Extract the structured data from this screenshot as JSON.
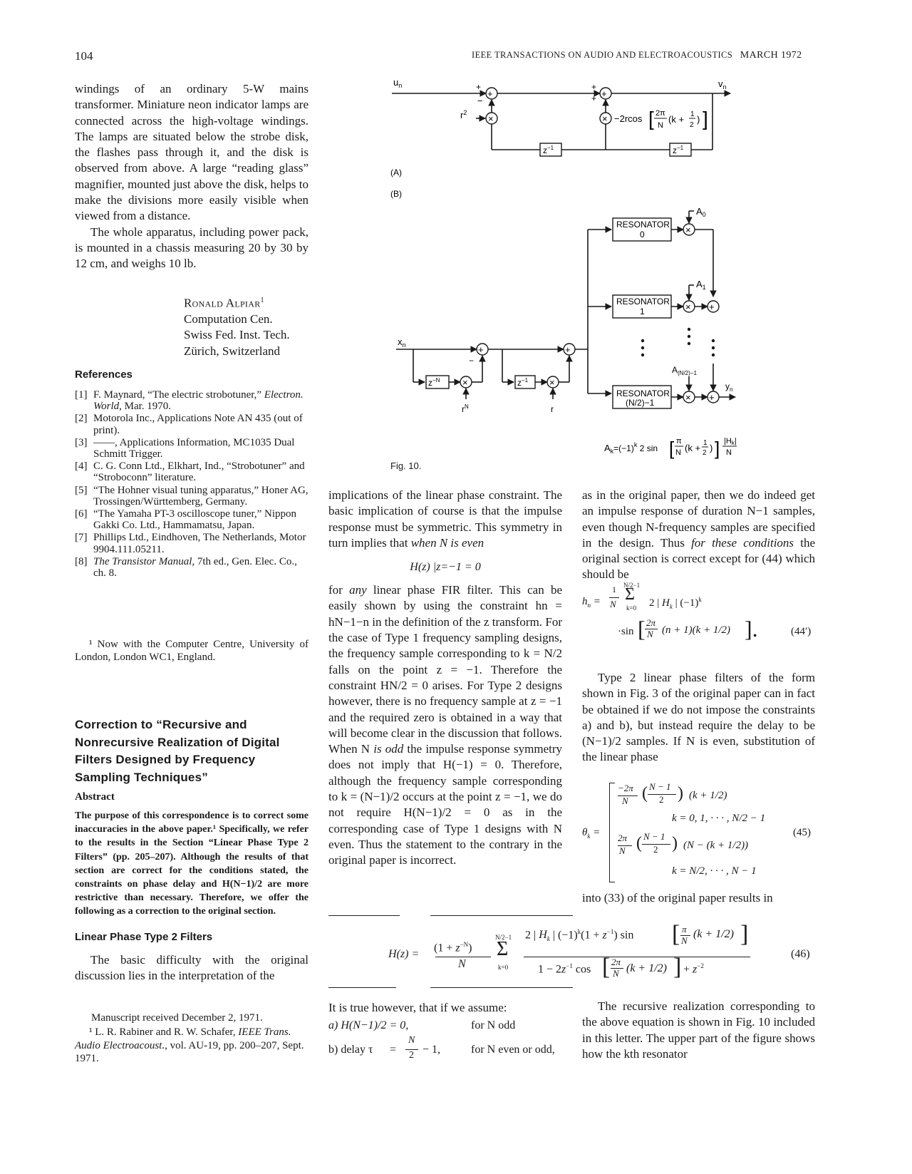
{
  "header": {
    "page_number": "104",
    "journal": "IEEE TRANSACTIONS ON AUDIO AND ELECTROACOUSTICS",
    "date": "MARCH 1972"
  },
  "left": {
    "para1": "windings of an ordinary 5-W mains transformer. Miniature neon indicator lamps are connected across the high-voltage windings. The lamps are situated below the strobe disk, the flashes pass through it, and the disk is observed from above. A large “reading glass” magnifier, mounted just above the disk, helps to make the divisions more easily visible when viewed from a distance.",
    "para2": "The whole apparatus, including power pack, is mounted in a chassis measuring 20 by 30 by 12 cm, and weighs 10 lb.",
    "author_name": "Ronald Alpiar",
    "author_mark": "1",
    "author_aff1": "Computation Cen.",
    "author_aff2": "Swiss Fed. Inst. Tech.",
    "author_aff3": "Zürich, Switzerland",
    "references_heading": "References",
    "references": [
      {
        "num": "[1]",
        "text": "F. Maynard, “The electric strobotuner,”",
        "it": "Electron. World,",
        "tail": " Mar. 1970."
      },
      {
        "num": "[2]",
        "text": "Motorola Inc., Applications Note AN 435 (out of print).",
        "it": "",
        "tail": ""
      },
      {
        "num": "[3]",
        "text": "——, Applications Information, MC1035 Dual Schmitt Trigger.",
        "it": "",
        "tail": ""
      },
      {
        "num": "[4]",
        "text": "C. G. Conn Ltd., Elkhart, Ind., “Strobotuner” and “Stroboconn” literature.",
        "it": "",
        "tail": ""
      },
      {
        "num": "[5]",
        "text": "“The Hohner visual tuning apparatus,” Honer AG, Trossingen/Württemberg, Germany.",
        "it": "",
        "tail": ""
      },
      {
        "num": "[6]",
        "text": "“The Yamaha PT-3 oscilloscope tuner,” Nippon Gakki Co. Ltd., Hammamatsu, Japan.",
        "it": "",
        "tail": ""
      },
      {
        "num": "[7]",
        "text": "Phillips Ltd., Eindhoven, The Netherlands, Motor 9904.111.05211.",
        "it": "",
        "tail": ""
      },
      {
        "num": "[8]",
        "text": "",
        "it": "The Transistor Manual,",
        "tail": " 7th ed., Gen. Elec. Co., ch. 8."
      }
    ],
    "footnote1": "¹ Now with the Computer Centre, University of London, London WC1, England.",
    "correction_title": "Correction to “Recursive and Nonrecursive Realization of Digital Filters Designed by Frequency Sampling Techniques”",
    "abstract_heading": "Abstract",
    "abstract": "The purpose of this correspondence is to correct some inaccuracies in the above paper.¹ Specifically, we refer to the results in the Section “Linear Phase Type 2 Filters” (pp. 205–207). Although the results of that section are correct for the conditions stated, the constraints on phase delay and H(N−1)/2 are more restrictive than necessary. Therefore, we offer the following as a correction to the original section.",
    "subheading": "Linear Phase Type 2 Filters",
    "para3": "The basic difficulty with the original discussion lies in the interpretation of the",
    "manuscript": "Manuscript received December 2, 1971.",
    "footnote2a": "¹ L. R. Rabiner and R. W. Schafer,",
    "footnote2b": "IEEE Trans. Audio Electroacoust.,",
    "footnote2c": " vol. AU-19, pp. 200–207, Sept. 1971."
  },
  "figure": {
    "caption": "Fig. 10.",
    "label_a": "(A)",
    "label_b": "(B)",
    "un": "u",
    "un_sub": "n",
    "vn": "v",
    "vn_sub": "n",
    "xn": "x",
    "xn_sub": "n",
    "yn": "y",
    "yn_sub": "n",
    "r2": "r",
    "r2_sup": "2",
    "rN": "r",
    "rN_sup": "N",
    "r": "r",
    "zinv": "z",
    "zinv_sup": "−1",
    "zN": "z",
    "zN_sup": "−N",
    "cos_gain": "−2rcos",
    "res0": [
      "RESONATOR",
      "0"
    ],
    "res1": [
      "RESONATOR",
      "1"
    ],
    "resN": [
      "RESONATOR",
      "(N/2)−1"
    ],
    "a0": "A",
    "a0_sub": "0",
    "a1": "A",
    "a1_sub": "1",
    "aN": "A",
    "aN_sub": "(N/2)−1",
    "ak_formula_left": "A",
    "ak_formula_mid": "=(−1)",
    "ak_formula_mid2": "2 sin",
    "ak_hk": "|H",
    "ak_hk_sub": "k",
    "ak_hk_end": "|",
    "ak_den": "N"
  },
  "mid": {
    "para1a": "implications of the linear phase constraint. The basic implication of course is that the impulse response must be symmetric. This symmetry in turn implies that",
    "para1b": "when N is even",
    "eq_hz": "H(z) |z=−1 = 0",
    "para2a": "for",
    "para2b": "any",
    "para2c": "linear phase FIR filter. This can be easily shown by using the constraint hn = hN−1−n in the definition of the z transform. For the case of Type 1 frequency sampling designs, the frequency sample corresponding to k = N/2 falls on the point z = −1. Therefore the constraint HN/2 = 0 arises. For Type 2 designs however, there is no frequency sample at z = −1 and the required zero is obtained in a way that will become clear in the discussion that follows. When N",
    "para2d": "is odd",
    "para2e": "the impulse response symmetry does not imply that H(−1) = 0. Therefore, although the frequency sample corresponding to k = (N−1)/2 occurs at the point z = −1, we do not require H(N−1)/2 = 0 as in the corresponding case of Type 1 designs with N even. Thus the statement to the contrary in the original paper is incorrect.",
    "para3": "It is true however, that if we assume:",
    "cond_a_left": "a) H(N−1)/2 = 0,",
    "cond_a_right": "for N odd",
    "cond_b_left": "b) delay τ",
    "cond_b_right": "for N even or odd,"
  },
  "right": {
    "para1a": "as in the original paper, then we do indeed get an impulse response of duration N−1 samples, even though N-frequency samples are specified in the design. Thus",
    "para1b": "for these conditions",
    "para1c": "the original section is correct except for (44) which should be",
    "eq44_num": "(44′)",
    "para2": "Type 2 linear phase filters of the form shown in Fig. 3 of the original paper can in fact be obtained if we do not impose the constraints a) and b), but instead require the delay to be (N−1)/2 samples. If N is even, substitution of the linear phase",
    "eq45_num": "(45)",
    "para3": "into (33) of the original paper results in",
    "eq46_num": "(46)",
    "para4": "The recursive realization corresponding to the above equation is shown in Fig. 10 included in this letter. The upper part of the figure shows how the kth resonator"
  }
}
